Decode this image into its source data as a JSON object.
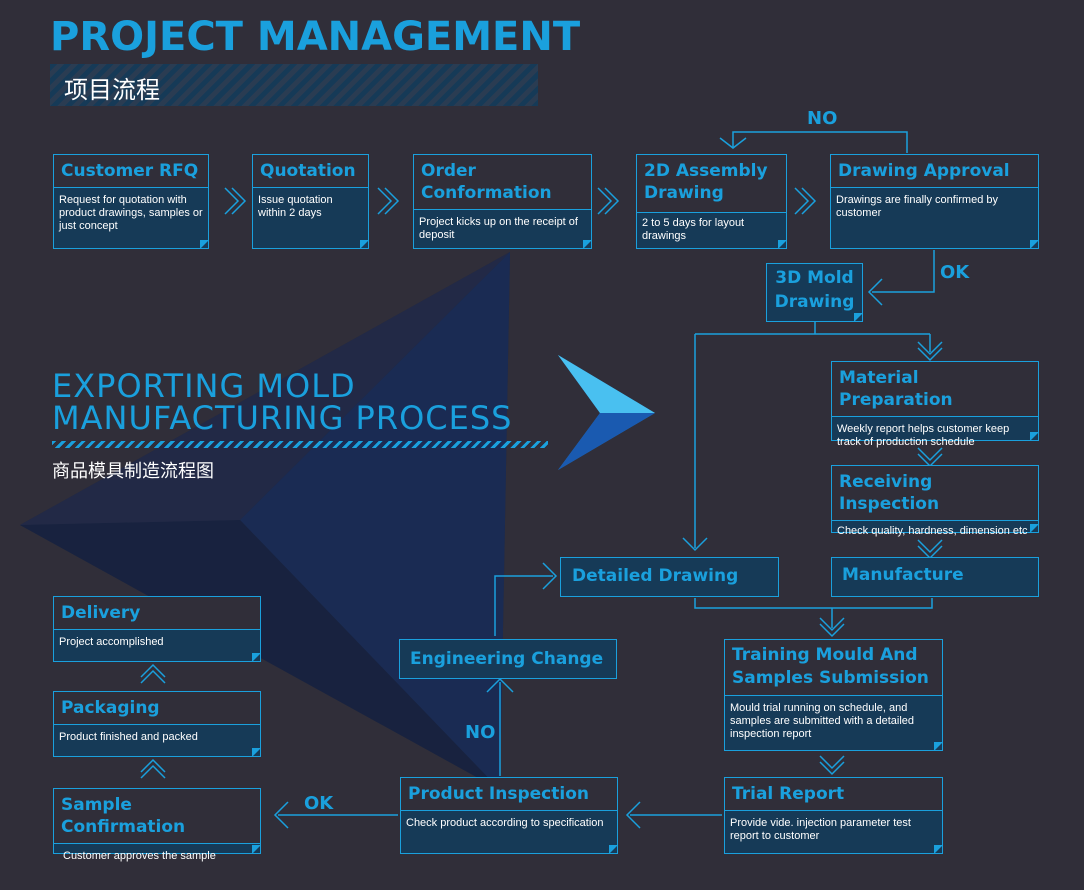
{
  "header": {
    "title": "PROJECT MANAGEMENT",
    "subtitle_cn": "项目流程"
  },
  "side": {
    "title": "EXPORTING MOLD\nMANUFACTURING PROCESS",
    "subtitle_cn": "商品模具制造流程图"
  },
  "steps": {
    "rfq": {
      "title": "Customer RFQ",
      "desc": "Request for quotation with product drawings, samples or just concept"
    },
    "quotation": {
      "title": "Quotation",
      "desc": "Issue quotation within 2 days"
    },
    "order": {
      "title": "Order Conformation",
      "desc": "Project kicks up on the receipt of deposit"
    },
    "assembly": {
      "title": "2D Assembly Drawing",
      "desc": "2 to 5 days for layout drawings"
    },
    "approval": {
      "title": "Drawing Approval",
      "desc": "Drawings are finally confirmed by customer"
    },
    "mold3d": {
      "title": "3D Mold Drawing"
    },
    "material": {
      "title": "Material Preparation",
      "desc": "Weekly report helps customer keep track of production schedule"
    },
    "receiving": {
      "title": "Receiving Inspection",
      "desc": "Check quality, hardness, dimension etc"
    },
    "manufacture": {
      "title": "Manufacture"
    },
    "detailed": {
      "title": "Detailed Drawing"
    },
    "training": {
      "title": "Training Mould And Samples Submission",
      "desc": "Mould trial running on schedule, and samples are submitted with a detailed inspection report"
    },
    "trial": {
      "title": "Trial Report",
      "desc": "Provide vide. injection parameter test report to customer"
    },
    "product_inspection": {
      "title": "Product Inspection",
      "desc": "Check product according to specification"
    },
    "engineering": {
      "title": "Engineering Change"
    },
    "sample_conf": {
      "title": "Sample Confirmation",
      "desc": "Customer approves the sample"
    },
    "packaging": {
      "title": "Packaging",
      "desc": "Product finished and packed"
    },
    "delivery": {
      "title": "Delivery",
      "desc": "Project accomplished"
    }
  },
  "labels": {
    "no_top": "NO",
    "ok_right": "OK",
    "no_left": "NO",
    "ok_bottom": "OK"
  },
  "colors": {
    "accent": "#1aa0dd",
    "background": "#302e39",
    "box_fill": "#163a57"
  }
}
